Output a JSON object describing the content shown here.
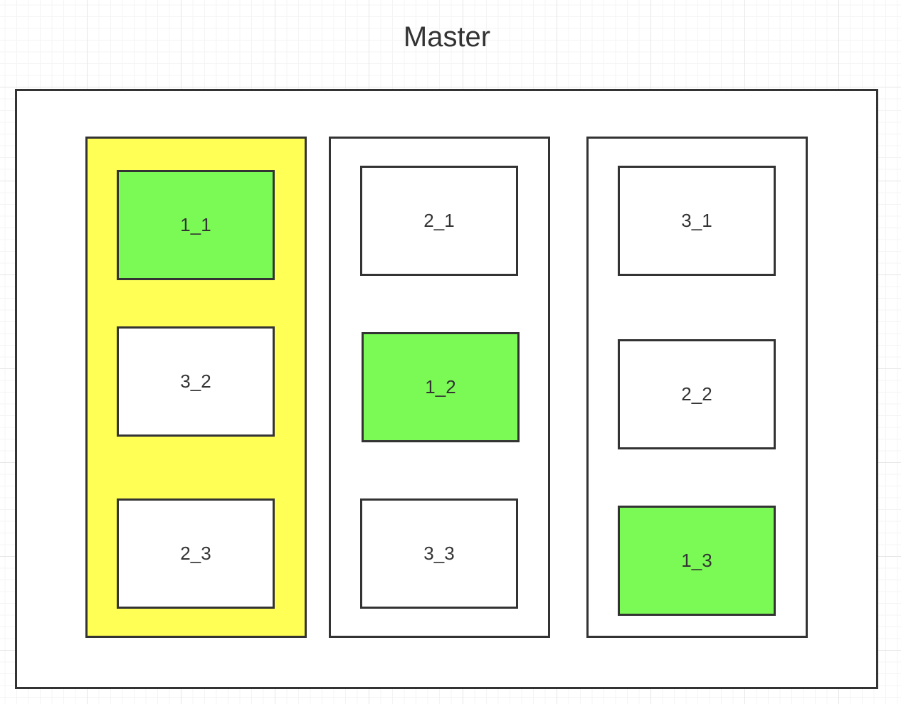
{
  "title": "Master",
  "colors": {
    "border": "#333333",
    "highlight_column": "#ffff55",
    "primary_cell": "#7bfa55",
    "normal": "#ffffff"
  },
  "columns": [
    {
      "highlighted": true,
      "cells": [
        {
          "label": "1_1",
          "primary": true
        },
        {
          "label": "3_2",
          "primary": false
        },
        {
          "label": "2_3",
          "primary": false
        }
      ]
    },
    {
      "highlighted": false,
      "cells": [
        {
          "label": "2_1",
          "primary": false
        },
        {
          "label": "1_2",
          "primary": true
        },
        {
          "label": "3_3",
          "primary": false
        }
      ]
    },
    {
      "highlighted": false,
      "cells": [
        {
          "label": "3_1",
          "primary": false
        },
        {
          "label": "2_2",
          "primary": false
        },
        {
          "label": "1_3",
          "primary": true
        }
      ]
    }
  ]
}
